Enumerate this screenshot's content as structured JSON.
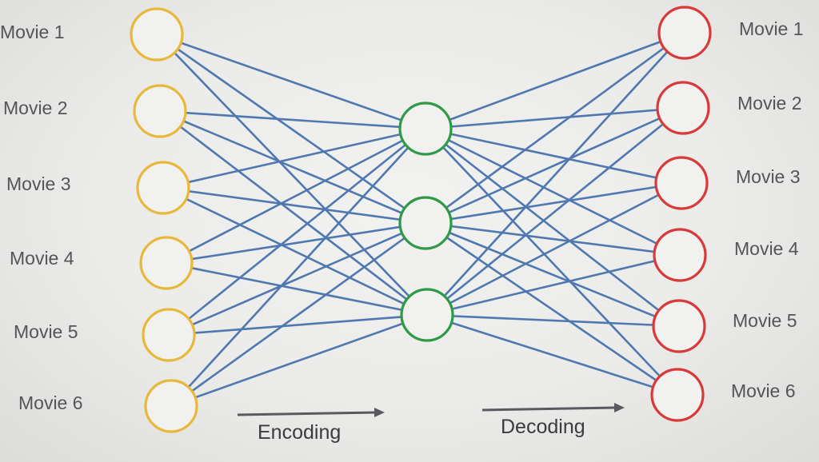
{
  "input_nodes": {
    "labels": [
      "Movie 1",
      "Movie 2",
      "Movie 3",
      "Movie 4",
      "Movie 5",
      "Movie 6"
    ],
    "color": "#e8b83a"
  },
  "hidden_nodes": {
    "count": 3,
    "color": "#2f9a45"
  },
  "output_nodes": {
    "labels": [
      "Movie 1",
      "Movie 2",
      "Movie 3",
      "Movie 4",
      "Movie 5",
      "Movie 6"
    ],
    "color": "#d83a3a"
  },
  "edge_color": "#4f78b0",
  "arrows": {
    "encoding": "Encoding",
    "decoding": "Decoding",
    "color": "#5a5a5e"
  }
}
